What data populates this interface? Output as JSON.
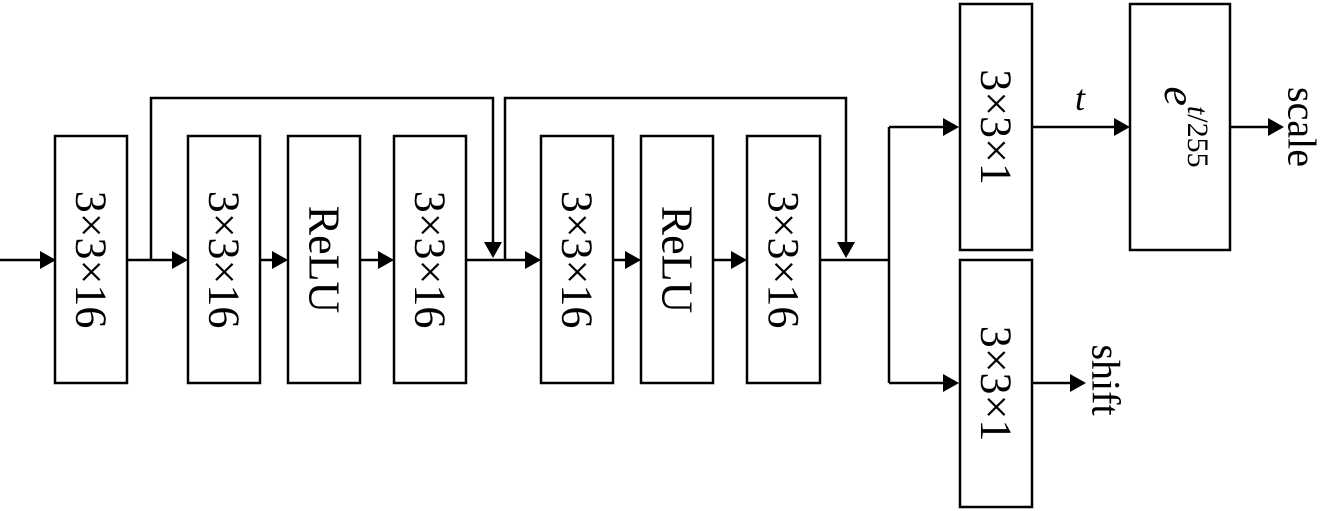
{
  "blocks": {
    "conv_in": "3×3×16",
    "res1_conv_a": "3×3×16",
    "res1_relu": "ReLU",
    "res1_conv_b": "3×3×16",
    "res2_conv_a": "3×3×16",
    "res2_relu": "ReLU",
    "res2_conv_b": "3×3×16",
    "scale_conv": "3×3×1",
    "shift_conv": "3×3×1"
  },
  "exp_block": {
    "base": "e",
    "exponent_var": "t",
    "exponent_rest": "/255"
  },
  "edge_label_t": "t",
  "outputs": {
    "scale": "scale",
    "shift": "shift"
  }
}
